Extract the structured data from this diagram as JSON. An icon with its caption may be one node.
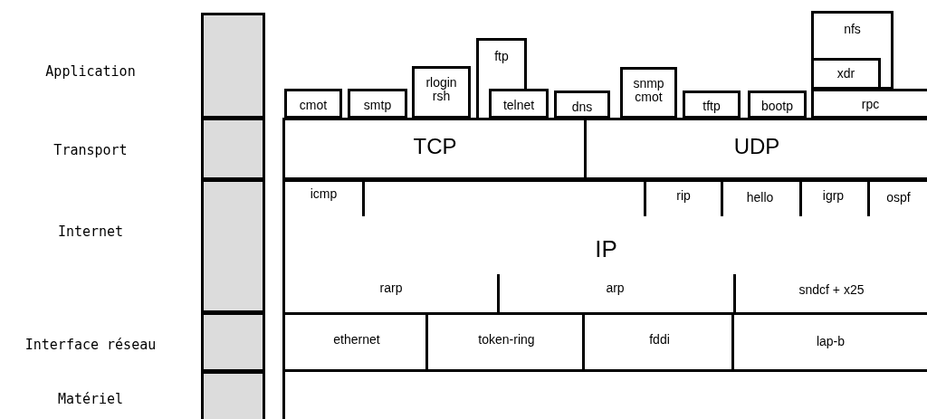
{
  "diagram": {
    "nodes": [
      {
        "text": [],
        "shape": "box"
      },
      {
        "text": [],
        "shape": "box"
      },
      {
        "text": [],
        "shape": "box"
      },
      {
        "text": [],
        "shape": "box"
      },
      {
        "text": [],
        "shape": "box"
      },
      {
        "text": [
          "cmot"
        ]
      },
      {
        "text": [
          "smtp"
        ]
      },
      {
        "text": [
          "rlogin rsh"
        ]
      },
      {
        "text": [
          "ftp"
        ]
      },
      {
        "text": [
          "telnet"
        ]
      },
      {
        "text": [
          "dns"
        ]
      },
      {
        "text": [
          "snmp cmot"
        ]
      },
      {
        "text": [
          "tftp"
        ]
      },
      {
        "text": [
          "bootp"
        ]
      },
      {
        "text": [
          "nfs"
        ]
      },
      {
        "text": [
          "xdr"
        ],
        "in": 14
      },
      {
        "text": [
          "rpc"
        ]
      },
      {
        "text": [
          "TCP"
        ]
      },
      {
        "text": [
          "UDP"
        ]
      },
      {
        "text": [
          "IP"
        ]
      },
      {
        "text": [
          "icmp"
        ],
        "in": 19
      },
      {
        "text": [
          "rip"
        ],
        "in": 19
      },
      {
        "text": [
          "hello"
        ],
        "in": 19
      },
      {
        "text": [
          "igrp"
        ],
        "in": 19
      },
      {
        "text": [
          "ospf"
        ],
        "in": 19
      },
      {
        "text": [
          "rarp"
        ],
        "in": 19
      },
      {
        "text": [
          "arp"
        ],
        "in": 19
      },
      {
        "text": [
          "sndcf + x25"
        ],
        "in": 19
      },
      {
        "text": [
          "ethernet"
        ]
      },
      {
        "text": [
          "token-ring"
        ]
      },
      {
        "text": [
          "fddi"
        ]
      },
      {
        "text": [
          "lap-b"
        ]
      },
      {
        "text": [],
        "shape": "box"
      }
    ],
    "edges": [],
    "labels": [
      "Application",
      "Transport",
      "Internet",
      "Interface réseau",
      "Matériel"
    ]
  }
}
